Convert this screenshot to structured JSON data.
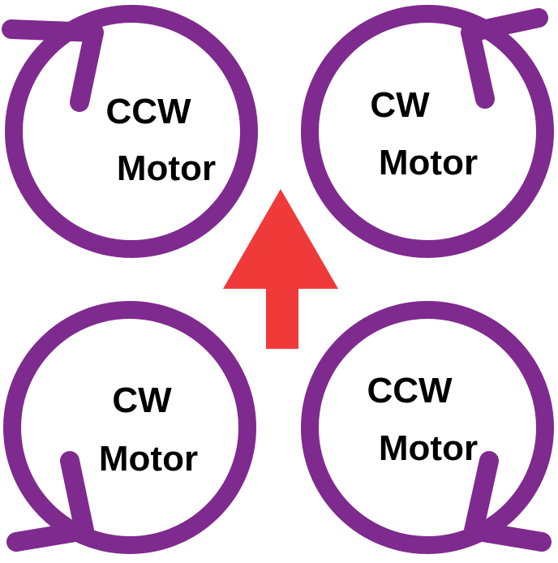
{
  "colors": {
    "ring": "#7f2a8e",
    "arrow": "#f03a3a",
    "text": "#000000",
    "background": "#ffffff"
  },
  "motors": [
    {
      "direction": "CCW",
      "label": "Motor"
    },
    {
      "direction": "CW",
      "label": "Motor"
    },
    {
      "direction": "CW",
      "label": "Motor"
    },
    {
      "direction": "CCW",
      "label": "Motor"
    }
  ],
  "forward_arrow": {
    "icon": "up-arrow-icon"
  }
}
